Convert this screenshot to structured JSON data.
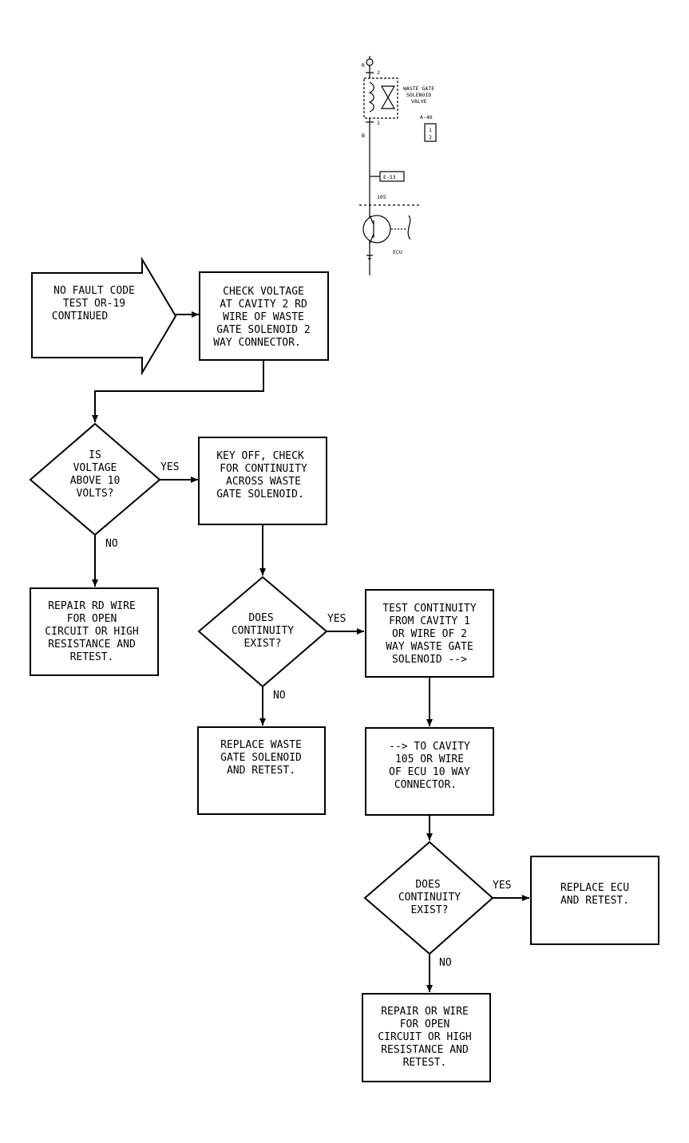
{
  "schematic": {
    "pin_top": "2",
    "pin_bottom": "1",
    "wire_top": "R",
    "wire_bottom": "B",
    "solenoid_label": [
      "WASTE GATE",
      "SOLENOID",
      "VALVE"
    ],
    "connector_ref": "A-46",
    "connector_pin_a": "1",
    "connector_pin_b": "2",
    "ground_ref": "E-53",
    "ecu_pin": "105",
    "ecu_label": "ECU"
  },
  "flow": {
    "start": [
      "NO FAULT CODE",
      "TEST OR-19",
      "CONTINUED"
    ],
    "check_voltage": [
      "CHECK VOLTAGE",
      "AT CAVITY 2 RD",
      "WIRE OF WASTE",
      "GATE SOLENOID 2",
      "WAY CONNECTOR."
    ],
    "is_voltage": [
      "IS",
      "VOLTAGE",
      "ABOVE 10",
      "VOLTS?"
    ],
    "key_off": [
      "KEY OFF, CHECK",
      "FOR CONTINUITY",
      "ACROSS WASTE",
      "GATE SOLENOID."
    ],
    "repair_rd": [
      "REPAIR RD WIRE",
      "FOR OPEN",
      "CIRCUIT OR HIGH",
      "RESISTANCE AND",
      "RETEST."
    ],
    "does_continuity_1": [
      "DOES",
      "CONTINUITY",
      "EXIST?"
    ],
    "test_continuity": [
      "TEST CONTINUITY",
      "FROM CAVITY 1",
      "OR WIRE OF 2",
      "WAY WASTE GATE",
      "SOLENOID -->"
    ],
    "replace_solenoid": [
      "REPLACE WASTE",
      "GATE SOLENOID",
      "AND RETEST."
    ],
    "to_cavity": [
      "--> TO CAVITY",
      "105 OR WIRE",
      "OF ECU 10 WAY",
      "CONNECTOR."
    ],
    "does_continuity_2": [
      "DOES",
      "CONTINUITY",
      "EXIST?"
    ],
    "replace_ecu": [
      "REPLACE ECU",
      "AND RETEST."
    ],
    "repair_or": [
      "REPAIR OR WIRE",
      "FOR OPEN",
      "CIRCUIT OR HIGH",
      "RESISTANCE AND",
      "RETEST."
    ],
    "yes_1": "YES",
    "no_1": "NO",
    "yes_2": "YES",
    "no_2": "NO",
    "yes_3": "YES",
    "no_3": "NO"
  }
}
